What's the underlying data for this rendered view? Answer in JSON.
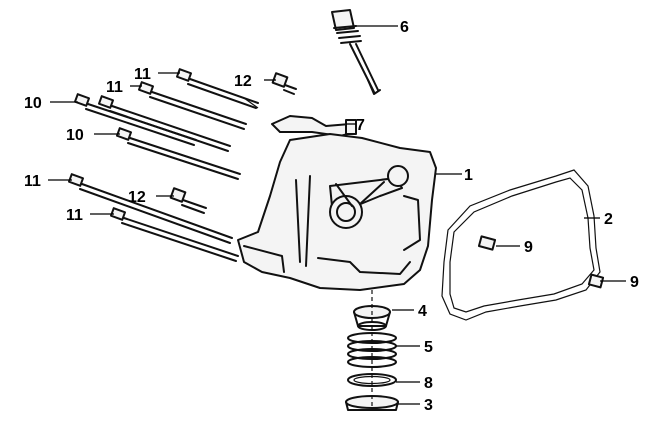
{
  "callouts": {
    "c1": "1",
    "c2": "2",
    "c3": "3",
    "c4": "4",
    "c5": "5",
    "c6": "6",
    "c7": "7",
    "c8": "8",
    "c9a": "9",
    "c9b": "9",
    "c10a": "10",
    "c10b": "10",
    "c11a": "11",
    "c11b": "11",
    "c11c": "11",
    "c11d": "11",
    "c12a": "12",
    "c12b": "12"
  }
}
